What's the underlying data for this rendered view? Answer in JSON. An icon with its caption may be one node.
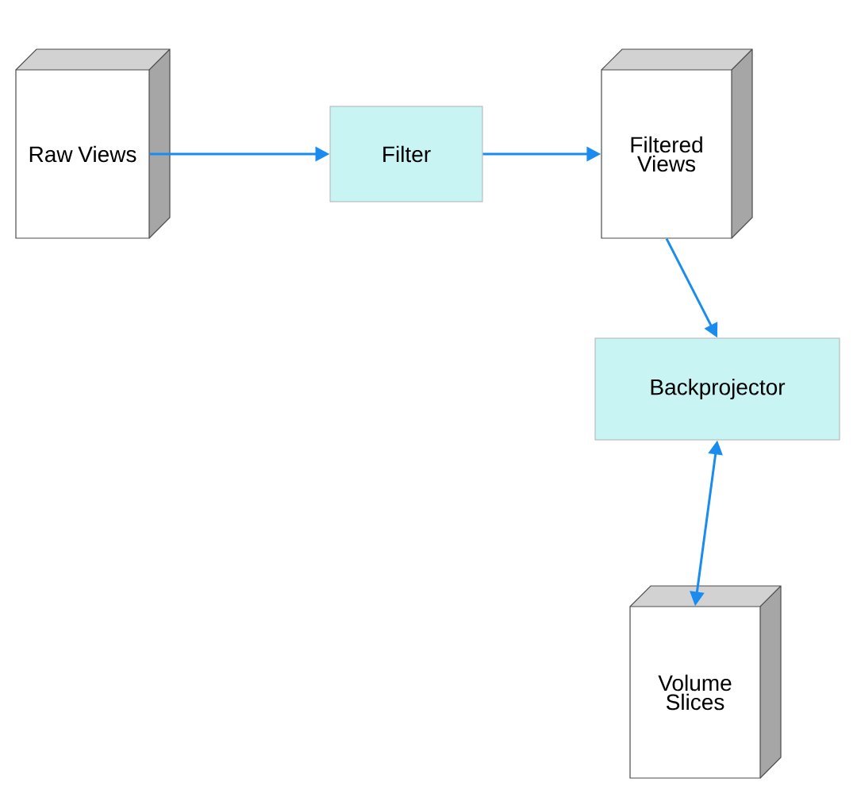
{
  "diagram": {
    "nodes": [
      {
        "text": [
          "Raw Views"
        ]
      },
      {
        "text": [
          "Filter"
        ]
      },
      {
        "text": [
          "Filtered Views"
        ]
      },
      {
        "text": [
          "Backprojector"
        ]
      },
      {
        "text": [
          "Volume Slices"
        ]
      }
    ],
    "edges": [
      {
        "from": 0,
        "to": 1,
        "arrow": "to"
      },
      {
        "from": 1,
        "to": 2,
        "arrow": "to"
      },
      {
        "from": 2,
        "to": 3,
        "arrow": "to"
      },
      {
        "from": 3,
        "to": 4,
        "arrow": "both"
      }
    ]
  }
}
